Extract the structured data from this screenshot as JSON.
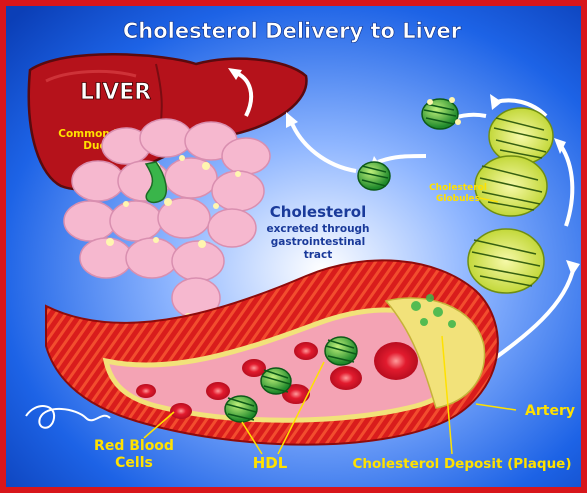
{
  "title": "Cholesterol Delivery to Liver",
  "labels": {
    "liver": "LIVER",
    "bile_duct_line1": "Common Bile",
    "bile_duct_line2": "Duct",
    "cholesterol_heading": "Cholesterol",
    "excreted_line1": "excreted through",
    "excreted_line2": "gastrointestinal",
    "excreted_line3": "tract",
    "globules_line1": "Cholesterol",
    "globules_line2": "Globules",
    "artery": "Artery",
    "rbc_line1": "Red Blood",
    "rbc_line2": "Cells",
    "hdl": "HDL",
    "plaque": "Cholesterol Deposit (Plaque)"
  },
  "colors": {
    "border": "#d8161b",
    "background_blue": "#1565e0",
    "title_text": "#ffffff",
    "label_yellow": "#ffe100",
    "liver": "#b5121b",
    "intestine": "#f6b8cf",
    "artery_wall": "#d91c1c",
    "plaque": "#f2e27a",
    "hdl_green": "#2ea32e",
    "cholesterol_text": "#1a3a9a"
  },
  "icons": [
    "liver-icon",
    "intestine-icon",
    "artery-icon",
    "hdl-particle-icon",
    "red-blood-cell-icon",
    "cholesterol-globule-icon",
    "artist-signature-icon"
  ]
}
